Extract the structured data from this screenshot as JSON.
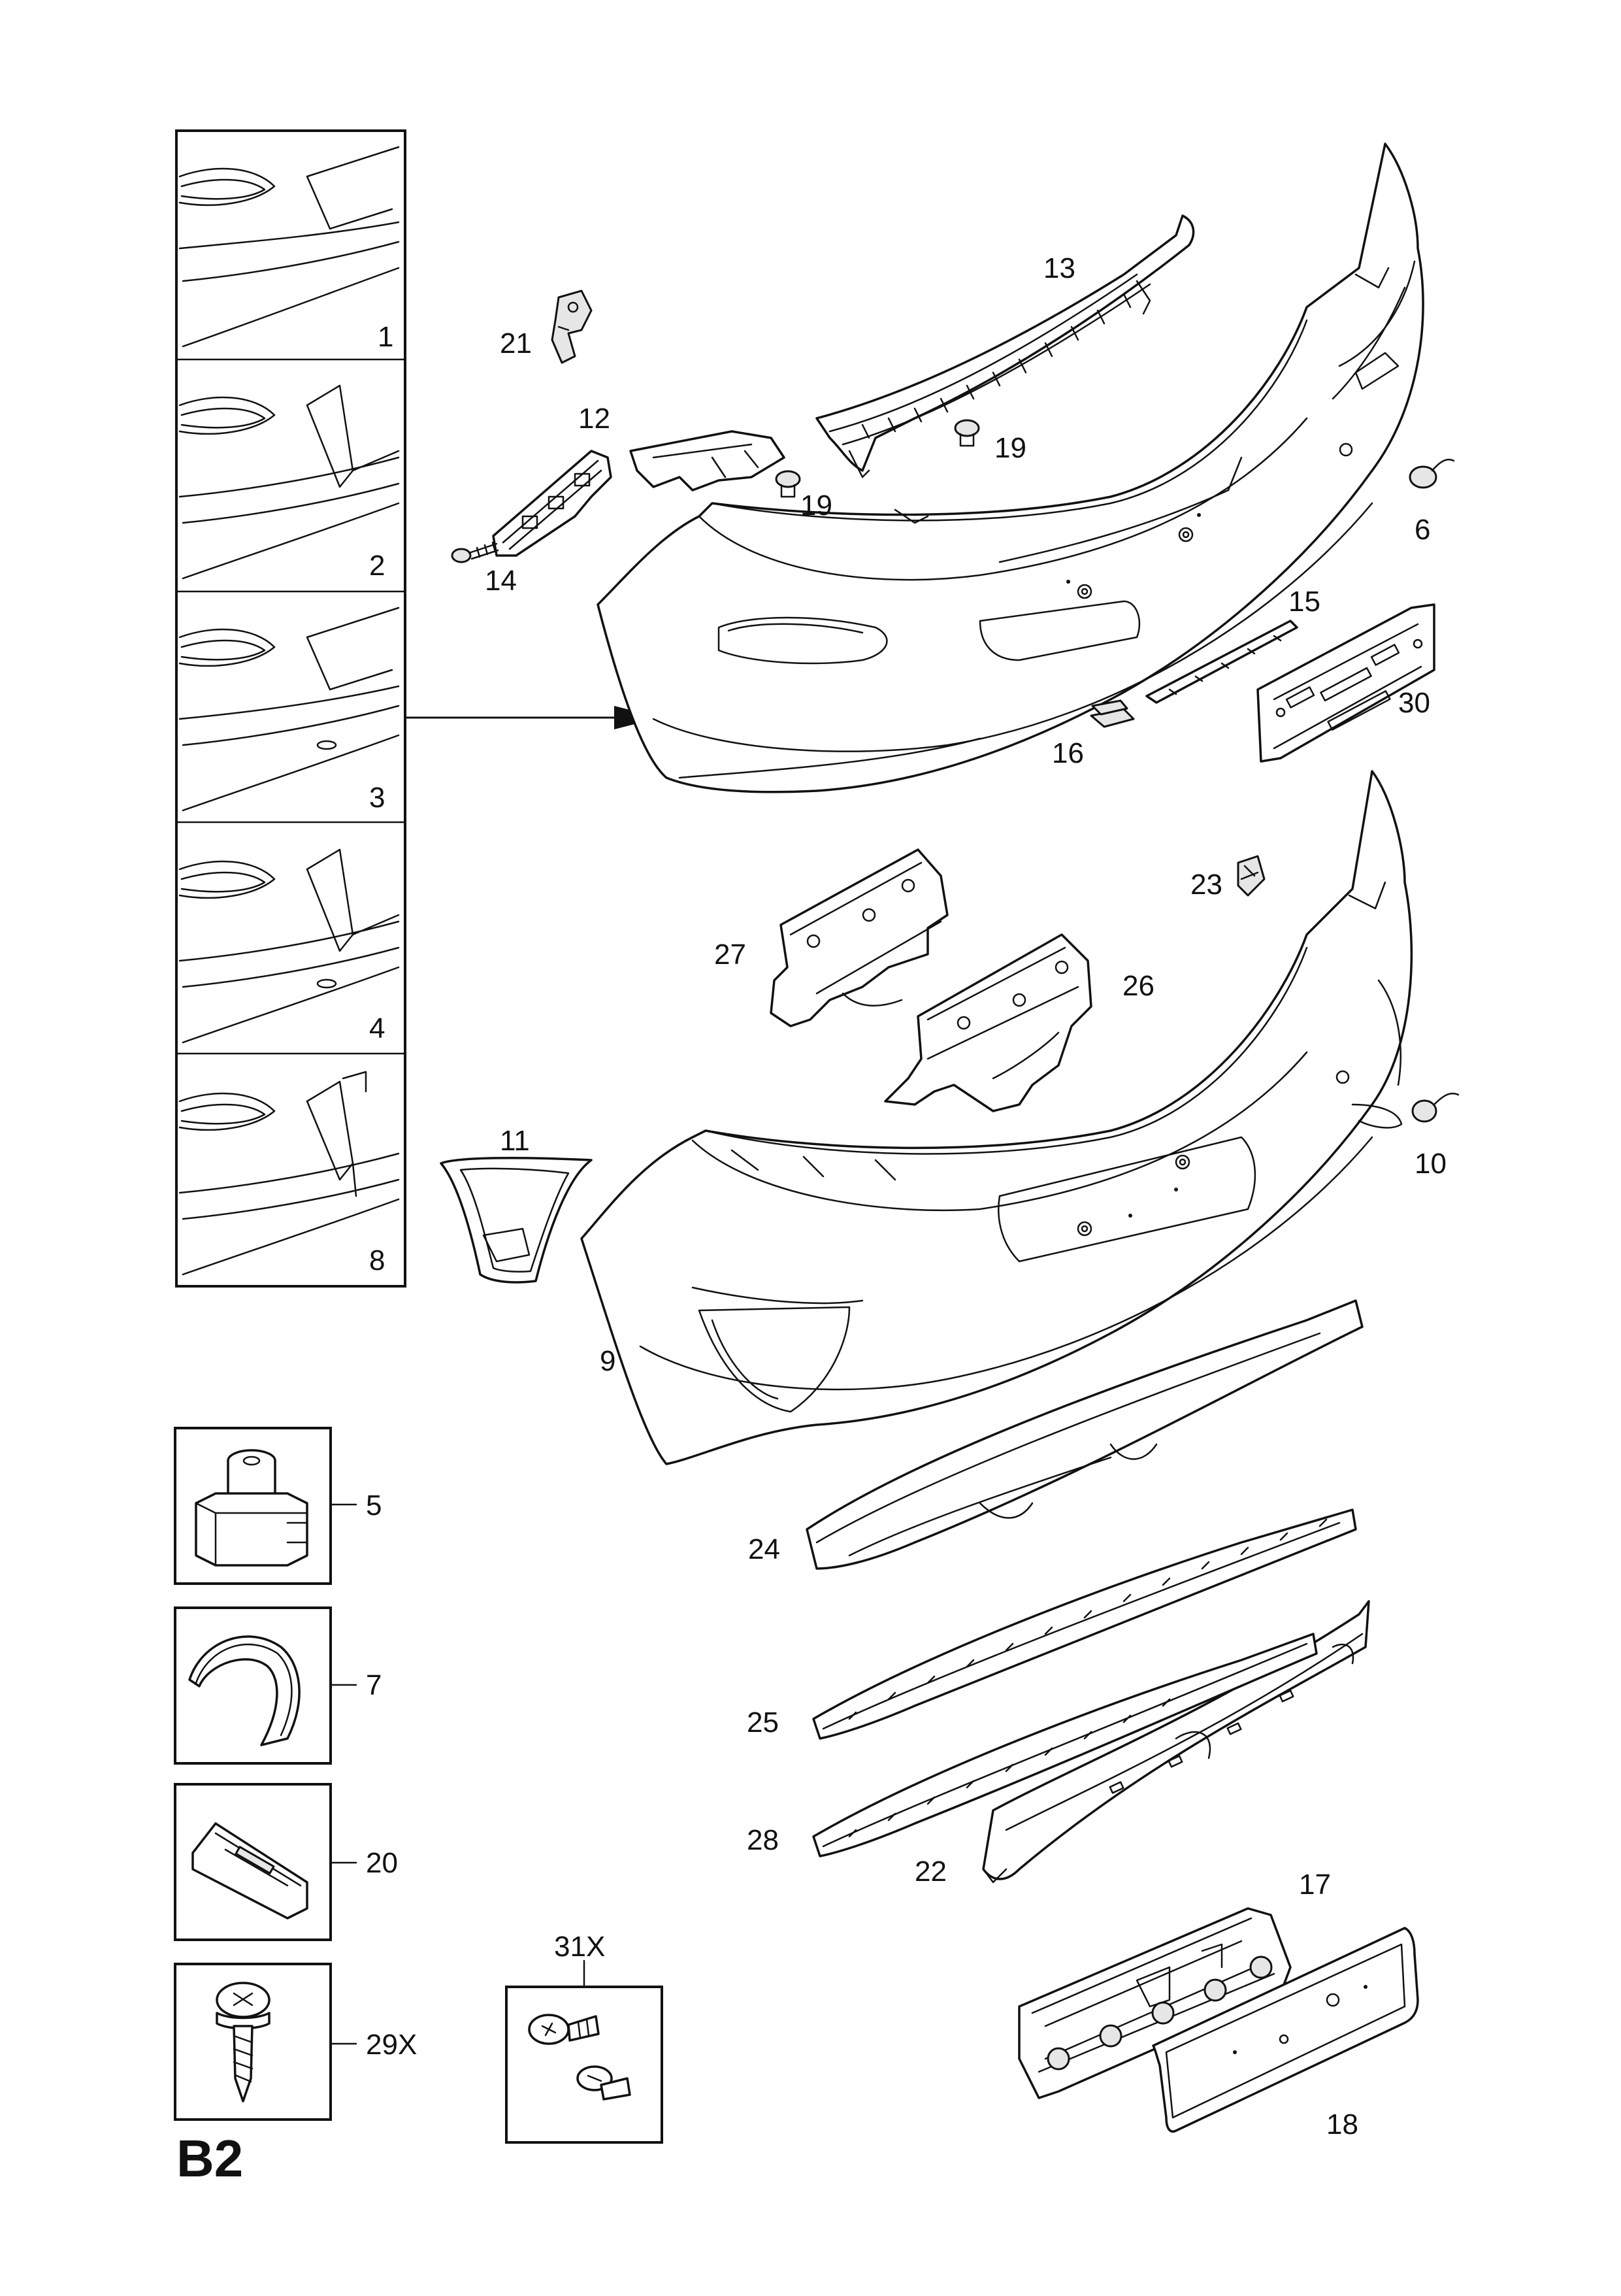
{
  "page": {
    "title": "B2"
  },
  "callouts": {
    "c1": "1",
    "c2": "2",
    "c3": "3",
    "c4": "4",
    "c5": "5",
    "c6": "6",
    "c7": "7",
    "c8": "8",
    "c9": "9",
    "c10": "10",
    "c11": "11",
    "c12": "12",
    "c13": "13",
    "c14": "14",
    "c15": "15",
    "c16": "16",
    "c17": "17",
    "c18": "18",
    "c19a": "19",
    "c19b": "19",
    "c20": "20",
    "c21": "21",
    "c22": "22",
    "c23": "23",
    "c24": "24",
    "c25": "25",
    "c26": "26",
    "c27": "27",
    "c28": "28",
    "c29": "29X",
    "c30": "30",
    "c31": "31X"
  }
}
